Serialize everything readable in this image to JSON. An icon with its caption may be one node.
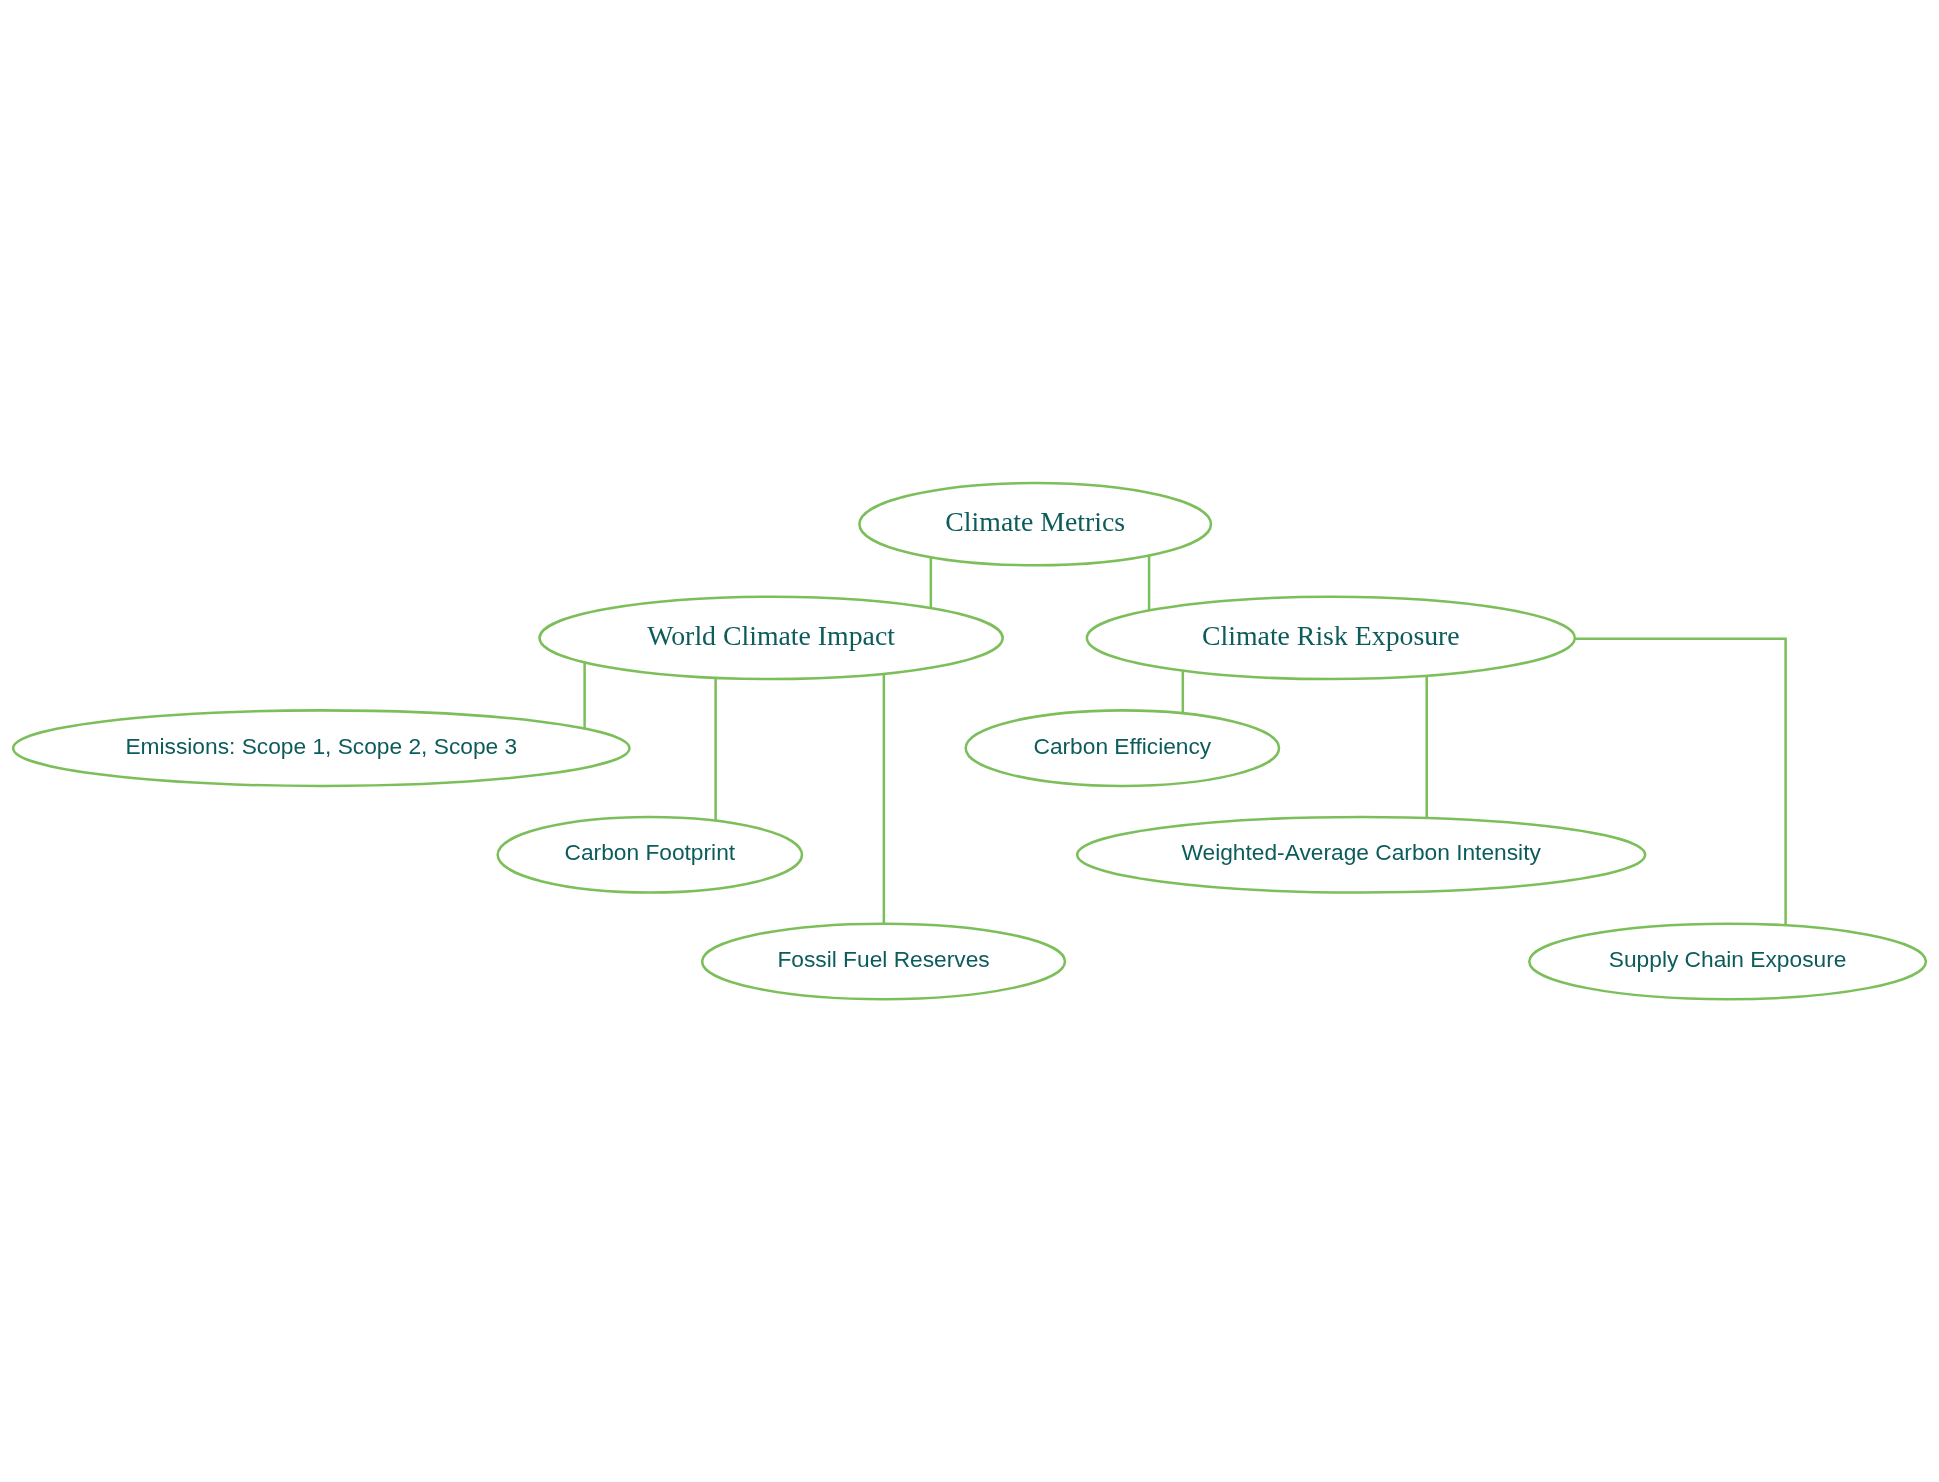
{
  "diagram": {
    "nodes": [
      {
        "text": [
          "Climate Metrics"
        ]
      },
      {
        "text": [
          "World Climate Impact"
        ]
      },
      {
        "text": [
          "Climate Risk Exposure"
        ]
      },
      {
        "text": [
          "Emissions: Scope 1, Scope 2, Scope 3"
        ]
      },
      {
        "text": [
          "Carbon Footprint"
        ]
      },
      {
        "text": [
          "Fossil Fuel Reserves"
        ]
      },
      {
        "text": [
          "Carbon Efficiency"
        ]
      },
      {
        "text": [
          "Weighted-Average Carbon Intensity"
        ]
      },
      {
        "text": [
          "Supply Chain Exposure"
        ]
      }
    ],
    "edges": [
      {
        "from": 0,
        "to": 1,
        "arrow": "none"
      },
      {
        "from": 0,
        "to": 2,
        "arrow": "none"
      },
      {
        "from": 1,
        "to": 3,
        "arrow": "none"
      },
      {
        "from": 1,
        "to": 4,
        "arrow": "none"
      },
      {
        "from": 1,
        "to": 5,
        "arrow": "none"
      },
      {
        "from": 2,
        "to": 6,
        "arrow": "none"
      },
      {
        "from": 2,
        "to": 7,
        "arrow": "none"
      },
      {
        "from": 2,
        "to": 8,
        "arrow": "none"
      }
    ]
  }
}
